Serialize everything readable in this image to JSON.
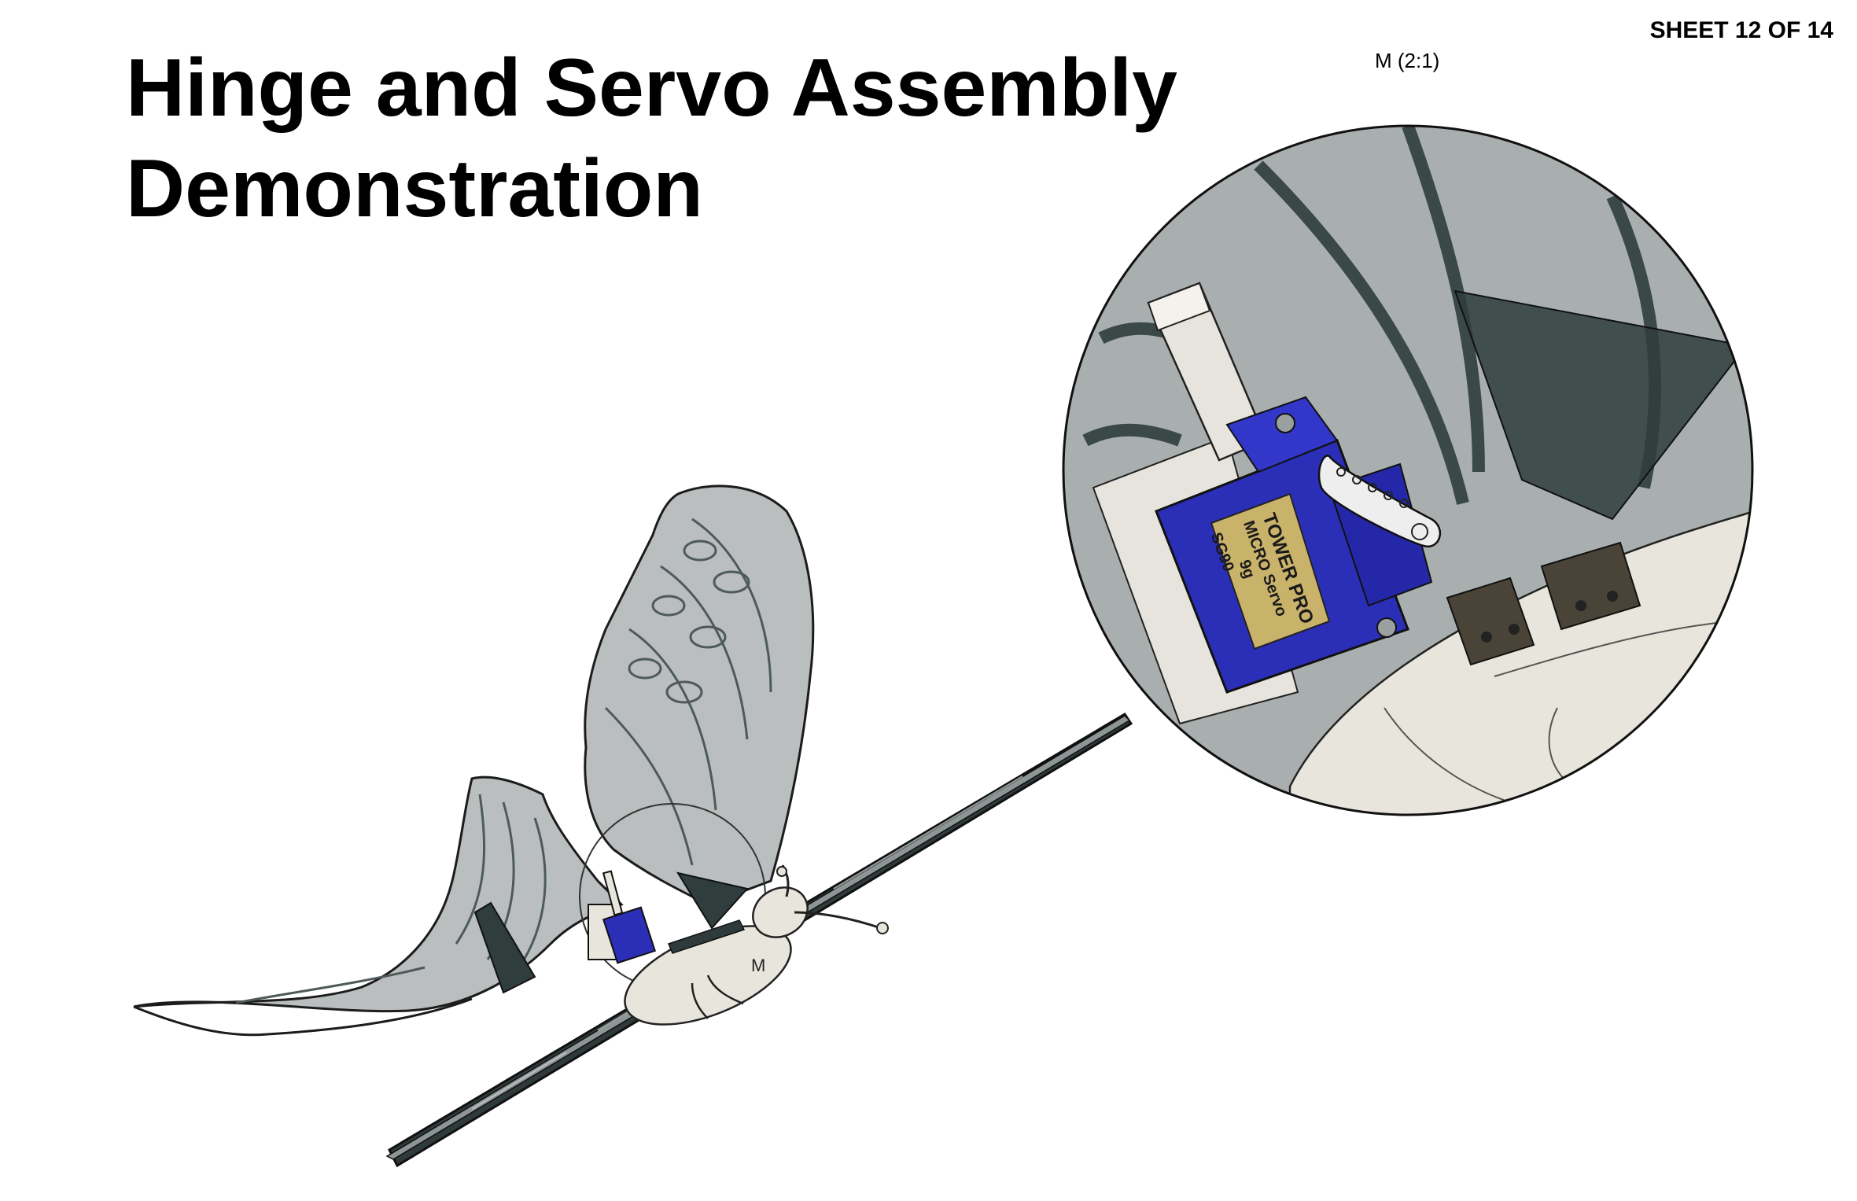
{
  "sheet": {
    "label": "SHEET 12 OF 14"
  },
  "title": {
    "line1": "Hinge and Servo Assembly",
    "line2": "Demonstration"
  },
  "detail": {
    "label": "M (2:1)",
    "callout_letter": "M"
  },
  "servo": {
    "brand": "TOWER PRO",
    "model": "MICRO Servo",
    "number": "9g",
    "part": "SG90"
  },
  "colors": {
    "wing_fill": "#aeb3b3",
    "wing_vein": "#4e5a5a",
    "dark_panel": "#2f3d3d",
    "servo_blue": "#2b2fb8",
    "body_cream": "#e8e6dc",
    "hinge_dark": "#4a4438"
  }
}
